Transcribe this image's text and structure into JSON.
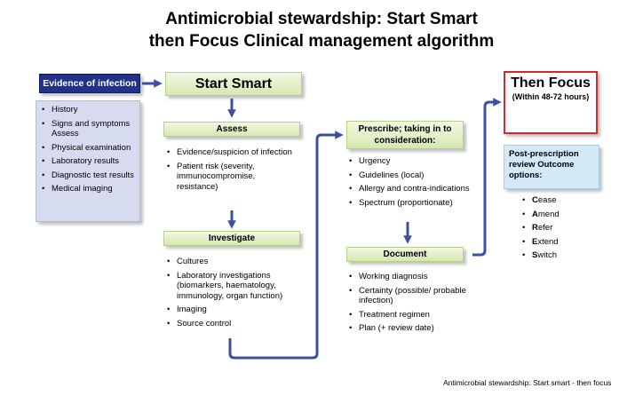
{
  "title": {
    "line1": "Antimicrobial stewardship: Start Smart",
    "line2": "then Focus Clinical management algorithm"
  },
  "evidence": {
    "header": "Evidence of infection",
    "items": [
      "History",
      "Signs and symptoms Assess",
      "Physical examination",
      "Laboratory results",
      "Diagnostic test results",
      "Medical imaging"
    ]
  },
  "start_smart": {
    "label": "Start Smart"
  },
  "assess": {
    "label": "Assess",
    "items": [
      "Evidence/suspicion of infection",
      "Patient risk (severity, immunocompromise, resistance)"
    ]
  },
  "investigate": {
    "label": "Investigate",
    "items": [
      "Cultures",
      "Laboratory investigations (biomarkers, haematology, immunology, organ function)",
      "Imaging",
      "Source control"
    ]
  },
  "prescribe": {
    "label": "Prescribe; taking in to consideration:",
    "items": [
      "Urgency",
      "Guidelines (local)",
      "Allergy and contra-indications",
      "Spectrum (proportionate)"
    ]
  },
  "document": {
    "label": "Document",
    "items": [
      "Working diagnosis",
      "Certainty (possible/ probable infection)",
      "Treatment regimen",
      "Plan (+ review date)"
    ]
  },
  "then_focus": {
    "label": "Then Focus",
    "sublabel": "(Within 48-72 hours)"
  },
  "post_prescription": {
    "label": "Post-prescription review Outcome options:",
    "options": [
      {
        "initial": "C",
        "rest": "ease"
      },
      {
        "initial": "A",
        "rest": "mend"
      },
      {
        "initial": "R",
        "rest": "efer"
      },
      {
        "initial": "E",
        "rest": "xtend"
      },
      {
        "initial": "S",
        "rest": "witch"
      }
    ]
  },
  "footer": "Antimicrobial stewardship: Start smart - then focus",
  "colors": {
    "arrow": "#3c4fa3",
    "evidence_header": "#22328a",
    "evidence_list": "#d7dbf0",
    "green_box": "#dcebbe",
    "then_focus_border": "#d9262b",
    "post_prescription": "#d2e9f7"
  }
}
